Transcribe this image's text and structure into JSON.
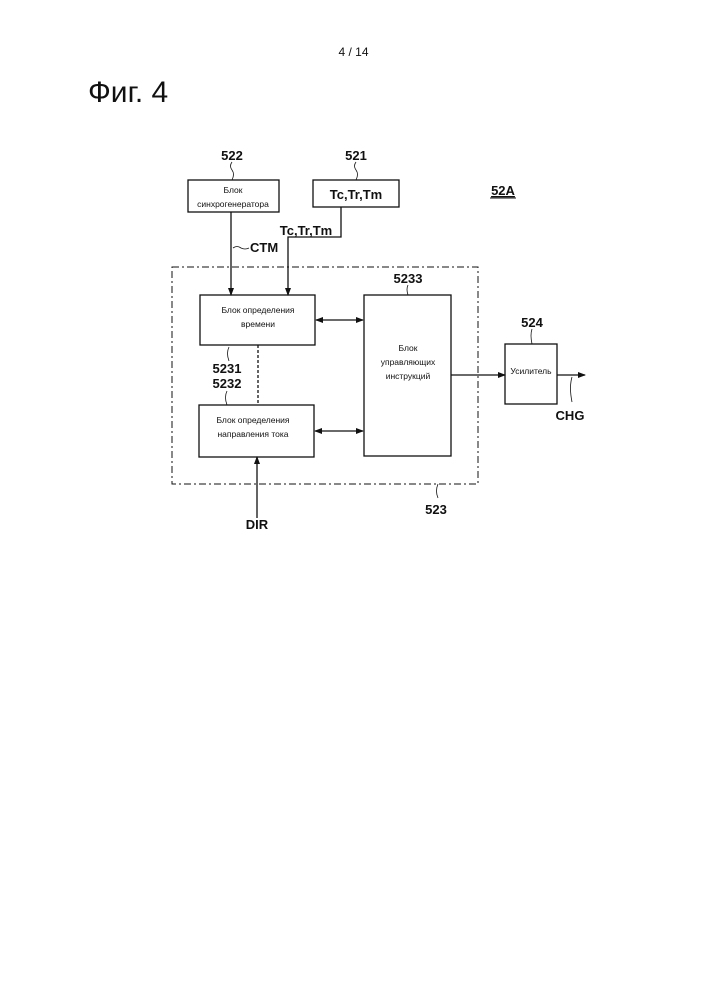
{
  "page": {
    "number": "4 / 14",
    "figure_title": "Фиг. 4"
  },
  "diagram": {
    "label": "52A",
    "blocks": {
      "sync_gen": {
        "ref": "522",
        "line1": "Блок",
        "line2": "синхрогенератора"
      },
      "params": {
        "ref": "521",
        "text": "Tc,Tr,Tm"
      },
      "control_unit": {
        "ref": "523"
      },
      "time_det": {
        "ref": "5231",
        "line1": "Блок определения",
        "line2": "времени"
      },
      "dir_det": {
        "ref": "5232",
        "line1": "Блок определения",
        "line2": "направления тока"
      },
      "instr": {
        "ref": "5233",
        "line1": "Блок",
        "line2": "управляющих",
        "line3": "инструкций"
      },
      "amp": {
        "ref": "524",
        "text": "Усилитель"
      }
    },
    "signals": {
      "ctm": "CTM",
      "params": "Tc,Tr,Tm",
      "dir": "DIR",
      "chg": "CHG"
    }
  }
}
